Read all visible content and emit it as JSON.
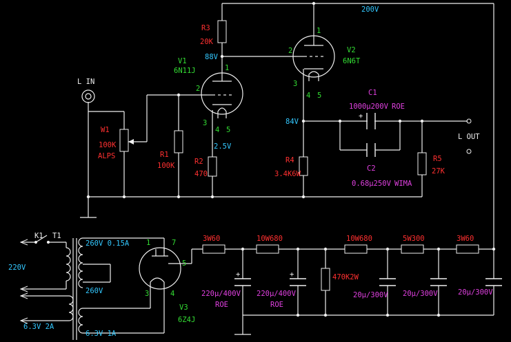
{
  "title": "",
  "colors": {
    "background": "#000000",
    "wire": "#f0f0f0",
    "part_ref": "#ff3030",
    "tube_pin": "#33dd33",
    "voltage": "#33c8ff",
    "capacitor_value": "#e040e0",
    "port": "#f0f030"
  },
  "labels": {
    "b_plus": "200V",
    "r3_ref": "R3",
    "r3_val": "20K",
    "v1_plate_v": "88V",
    "v1_ref": "V1",
    "v1_type": "6N11J",
    "v2_ref": "V2",
    "v2_type": "6N6T",
    "lin": "L IN",
    "w1_ref": "W1",
    "w1_val": "100K",
    "w1_brand": "ALPS",
    "r1_ref": "R1",
    "r1_val": "100K",
    "r2_ref": "R2",
    "r2_val": "470",
    "v1_cathode_v": "2.5V",
    "c1_ref": "C1",
    "c1_val": "1000μ200V",
    "c1_brand": "ROE",
    "v2_cathode_v": "84V",
    "lout": "L OUT",
    "r4_ref": "R4",
    "r4_val": "3.4K6W",
    "c2_ref": "C2",
    "c2_val": "0.68μ250V",
    "c2_brand": "WIMA",
    "r5_ref": "R5",
    "r5_val": "27K",
    "k1": "K1",
    "t1": "T1",
    "mains": "220V",
    "t1_hv": "260V 0.15A",
    "t1_hv2": "260V",
    "t1_fil_rect": "6.3V 1A",
    "t1_fil_heat": "6.3V 2A",
    "v3_ref": "V3",
    "v3_type": "6Z4J",
    "ps_r1": "3W60",
    "ps_r2": "10W680",
    "ps_r3": "10W680",
    "ps_r4": "5W300",
    "ps_r5": "3W60",
    "ps_rb": "470K2W",
    "ps_c1_val": "220μ/400V",
    "ps_c1_brand": "ROE",
    "ps_c2_val": "220μ/400V",
    "ps_c2_brand": "ROE",
    "ps_c3_val": "20μ/300V",
    "ps_c4_val": "20μ/300V",
    "ps_c5_val": "20μ/300V",
    "pin1": "1",
    "pin2": "2",
    "pin3": "3",
    "pin4": "4",
    "pin5": "5",
    "pin7": "7",
    "plus": "+"
  }
}
